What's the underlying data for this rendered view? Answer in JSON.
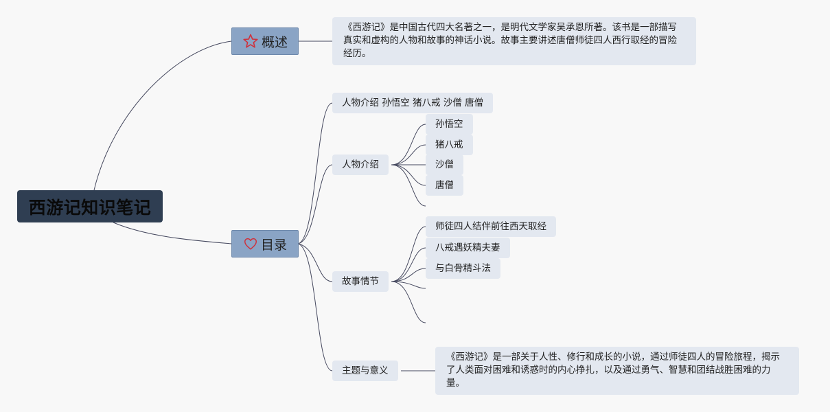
{
  "root": {
    "title": "西游记知识笔记"
  },
  "overview": {
    "label": "概述",
    "icon": "star-icon",
    "text": "《西游记》是中国古代四大名著之一，是明代文学家吴承恩所著。该书是一部描写真实和虚构的人物和故事的神话小说。故事主要讲述唐僧师徒四人西行取经的冒险经历。"
  },
  "contents": {
    "label": "目录",
    "icon": "heart-icon",
    "characters_summary": "人物介绍 孙悟空 猪八戒 沙僧 唐僧",
    "characters": {
      "label": "人物介绍",
      "items": [
        "孙悟空",
        "猪八戒",
        "沙僧",
        "唐僧"
      ]
    },
    "plot": {
      "label": "故事情节",
      "items": [
        "师徒四人结伴前往西天取经",
        "八戒遇妖精夫妻",
        "与白骨精斗法"
      ]
    },
    "theme": {
      "label": "主题与意义",
      "text": "《西游记》是一部关于人性、修行和成长的小说，通过师徒四人的冒险旅程，揭示了人类面对困难和诱惑时的内心挣扎，以及通过勇气、智慧和团结战胜困难的力量。"
    }
  },
  "colors": {
    "root_bg": "#2f3e52",
    "branch_bg": "#8aa4c5",
    "leaf_bg": "#e3e8f0",
    "link": "#45485e",
    "icon_red": "#d0303a"
  }
}
